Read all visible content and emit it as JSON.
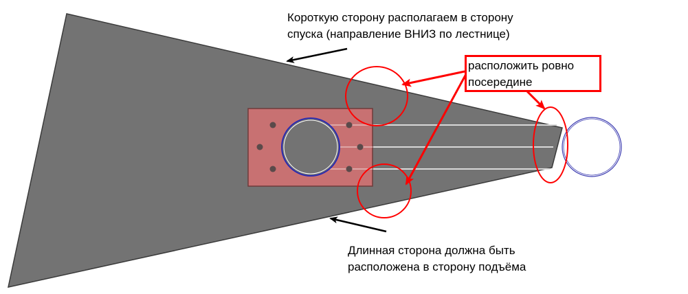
{
  "annotations": {
    "short_side": [
      "Короткую сторону располагаем в сторону",
      "спуска (направление ВНИЗ по лестнице)"
    ],
    "long_side": [
      "Длинная сторона должна быть",
      "расположена в сторону подъёма"
    ],
    "center_callout": [
      "расположить ровно",
      "посередине"
    ]
  },
  "colors": {
    "tread": "#737373",
    "plate": "#c87172",
    "marker": "#ff0000",
    "pointer": "#000000",
    "post_ring": "#3b3bb0"
  }
}
